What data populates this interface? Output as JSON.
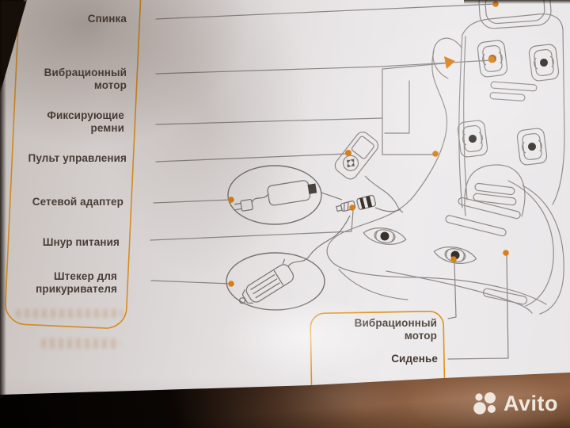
{
  "diagram": {
    "callouts_left": [
      {
        "label": "Спинка"
      },
      {
        "label": "Вибрационный мотор"
      },
      {
        "label": "Фиксирующие ремни"
      },
      {
        "label": "Пульт управления"
      },
      {
        "label": "Сетевой адаптер"
      },
      {
        "label": "Шнур питания"
      },
      {
        "label": "Штекер для прикуривателя"
      }
    ],
    "callouts_bottom": [
      {
        "label": "Вибрационный мотор"
      },
      {
        "label": "Сиденье"
      }
    ],
    "icons": {
      "vibration-motor-icon": "rounded rectangle with dot and vibration arcs",
      "seat-motor-icon": "almond outline with dot and vibration arcs",
      "remote-control-icon": "handheld remote with screen and d-pad",
      "power-adapter-icon": "AC adapter brick with plug",
      "power-cord-icon": "cable jack connectors",
      "cigarette-plug-icon": "car lighter plug",
      "callout-dot-icon": "orange marker dot",
      "callout-arrow-icon": "orange arrowhead"
    },
    "colors": {
      "accent_orange": "#df921e",
      "callout_dot": "#d97f18",
      "line_gray": "#8a8684",
      "motor_dot": "#38302c",
      "motor_dot_highlight": "#a4611e",
      "paper": "#e9e6e7",
      "wood": "#8f6243"
    }
  },
  "watermark": {
    "brand": "Avito"
  }
}
